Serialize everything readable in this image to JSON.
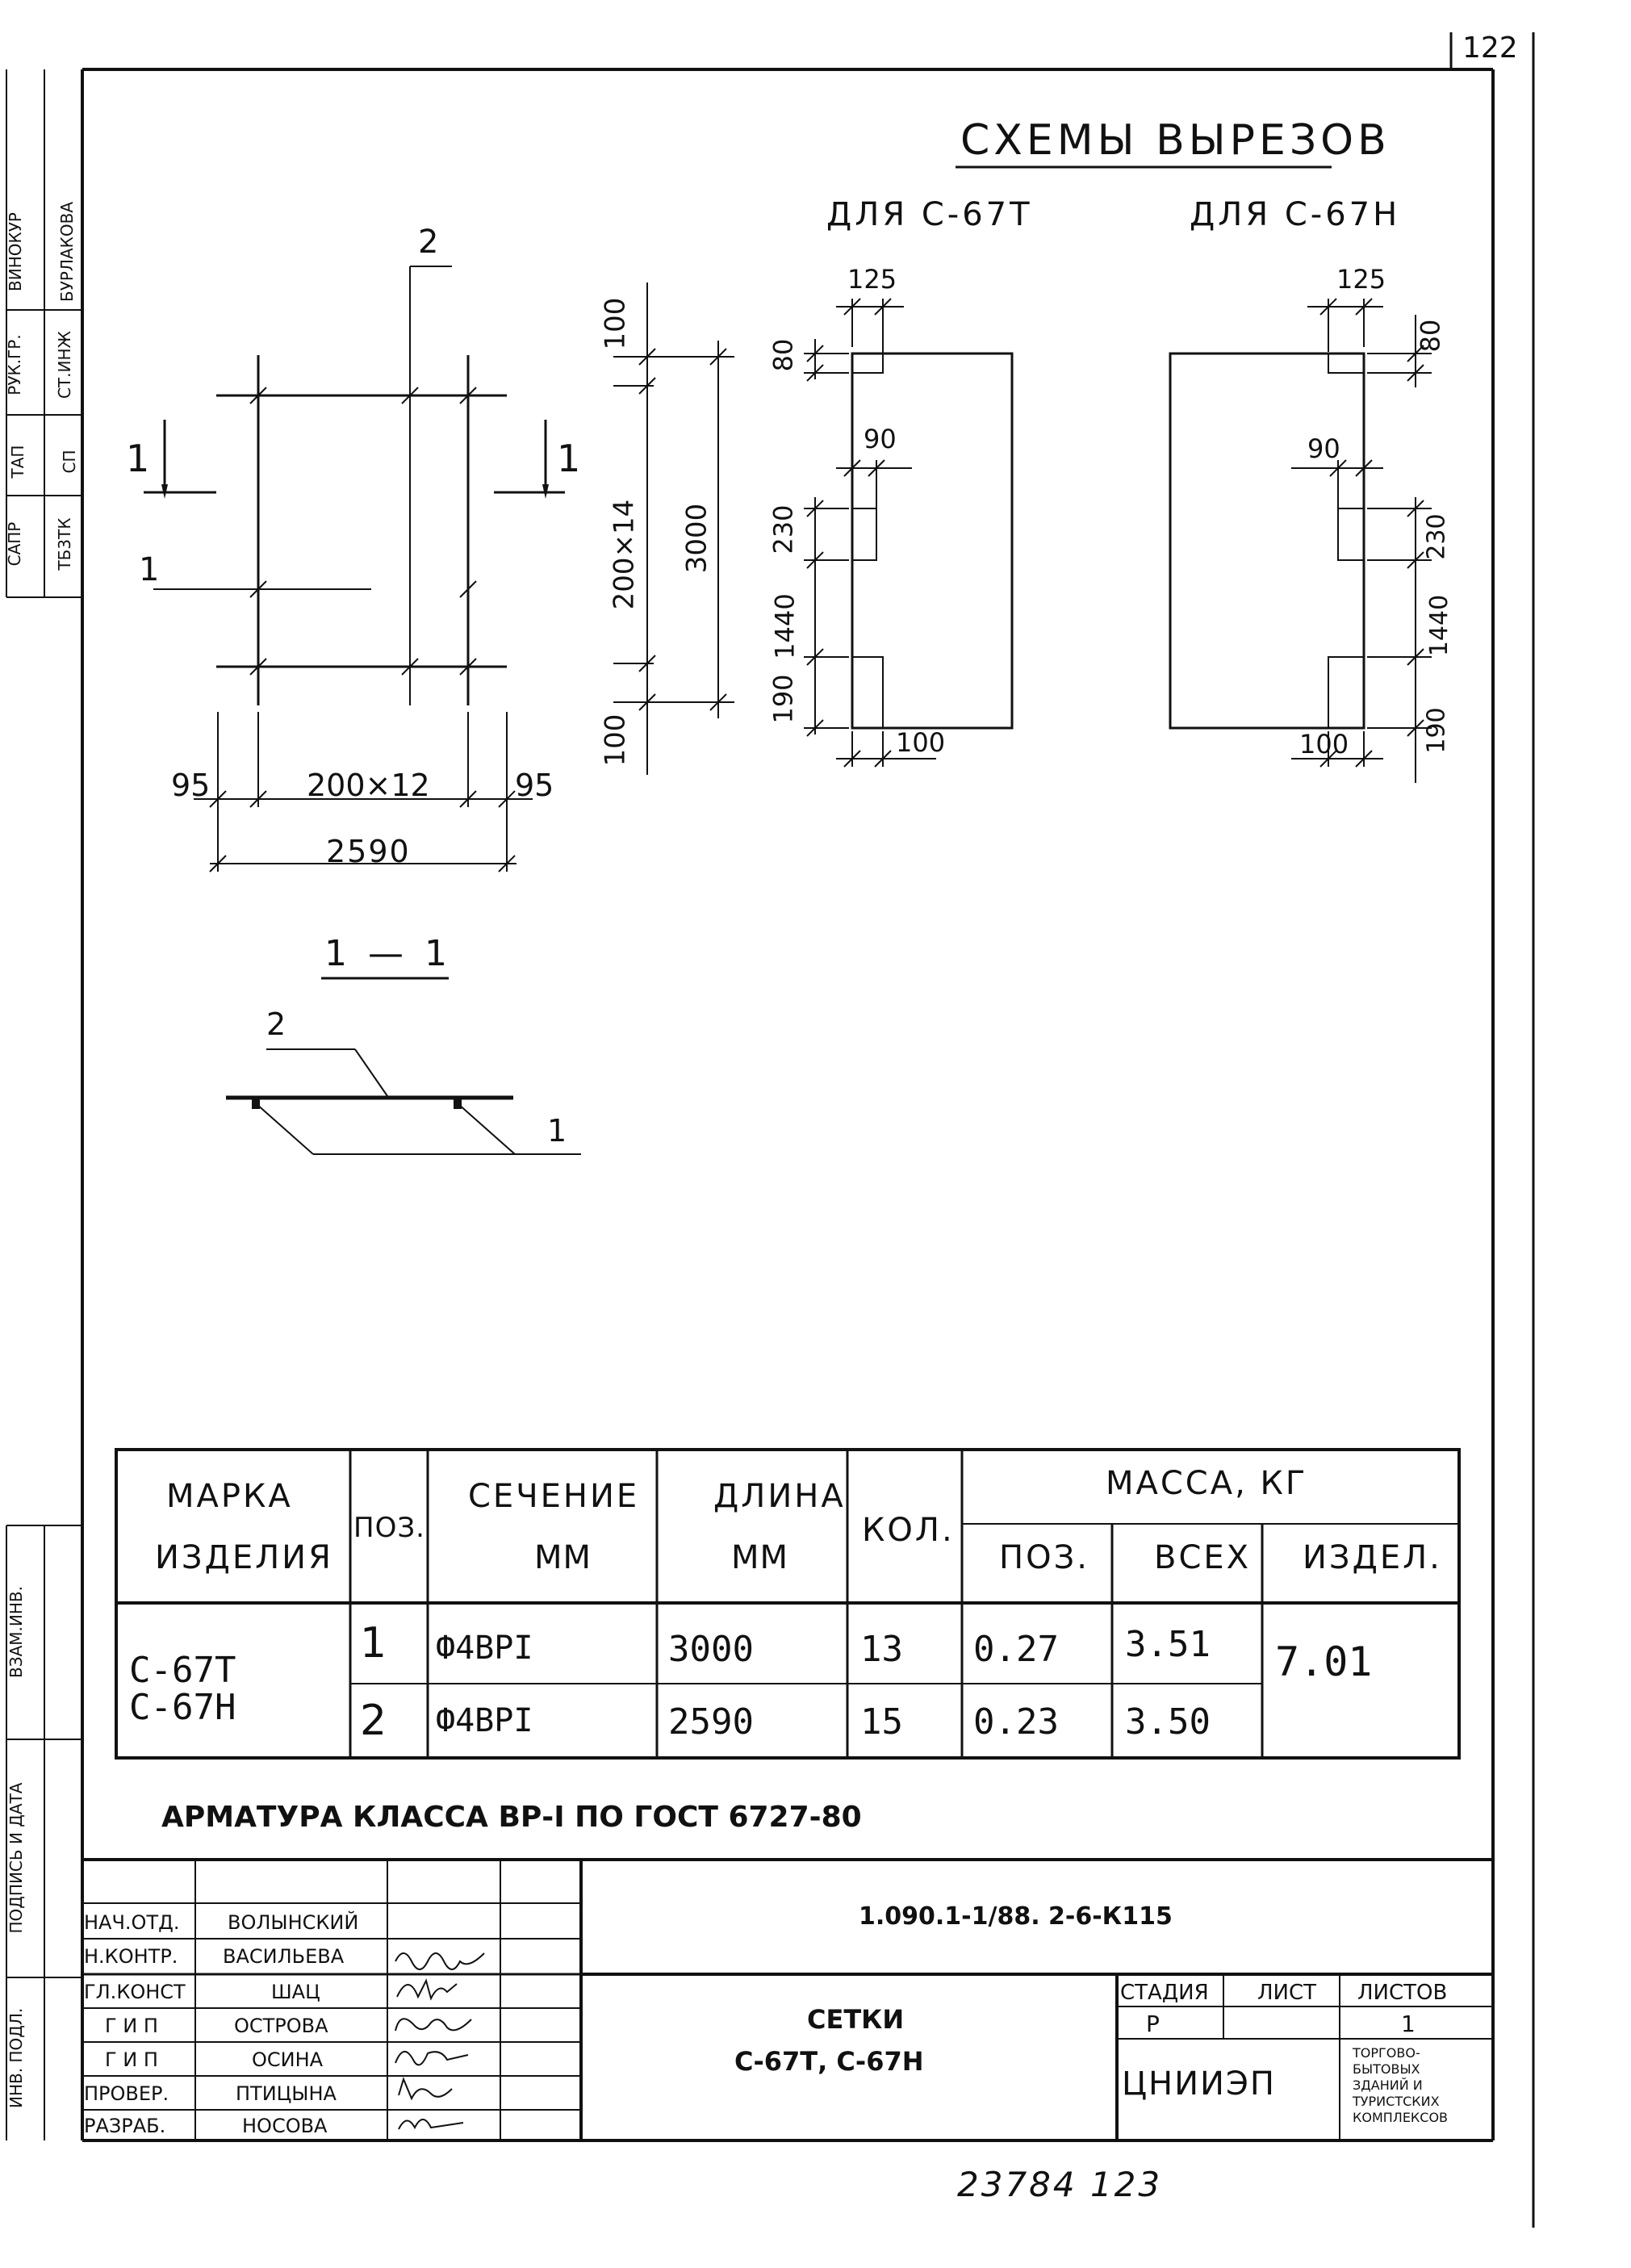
{
  "sheet_corner_number": "122",
  "side_stamp_top": {
    "row1": [
      "САПР",
      "ТАП",
      "РУК.ГР.",
      "ВИНОКУР"
    ],
    "row2": [
      "ТБ3ТК",
      "СП",
      "СТ.ИНЖ",
      "БУРЛАКОВА"
    ]
  },
  "side_stamp_bottom": [
    "ВЗАМ.ИНВ.",
    "ПОДПИСЬ И ДАТА",
    "ИНВ. ПОДЛ."
  ],
  "cutouts_title": "СХЕМЫ ВЫРЕЗОВ",
  "mesh_plan": {
    "pos_2": "2",
    "pos_1": "1",
    "section_mark_left": "1",
    "section_mark_right": "1",
    "dim_top_100": "100",
    "dim_200x14": "200×14",
    "dim_3000": "3000",
    "dim_bottom_100": "100",
    "dim_95_left": "95",
    "dim_200x12": "200×12",
    "dim_95_right": "95",
    "dim_2590": "2590"
  },
  "section": {
    "label": "1 — 1",
    "pos_2": "2",
    "pos_1": "1"
  },
  "cutout_t": {
    "title": "ДЛЯ С-67Т",
    "dim_125": "125",
    "dim_80": "80",
    "dim_90": "90",
    "dim_230": "230",
    "dim_1440": "1440",
    "dim_190": "190",
    "dim_100": "100"
  },
  "cutout_n": {
    "title": "ДЛЯ С-67Н",
    "dim_125": "125",
    "dim_80": "80",
    "dim_90": "90",
    "dim_230": "230",
    "dim_1440": "1440",
    "dim_190": "190",
    "dim_100": "100"
  },
  "spec_table": {
    "headers": {
      "mark": [
        "МАРКА",
        "ИЗДЕЛИЯ"
      ],
      "pos": "ПОЗ.",
      "section": [
        "СЕЧЕНИЕ",
        "ММ"
      ],
      "length": [
        "ДЛИНА",
        "ММ"
      ],
      "qty": "КОЛ.",
      "mass": "МАССА, КГ",
      "mass_pos": "ПОЗ.",
      "mass_all": "ВСЕХ",
      "mass_item": "ИЗДЕЛ."
    },
    "marks": [
      "С-67Т",
      "С-67Н"
    ],
    "rows": [
      {
        "pos": "1",
        "section": "Ф4ВРI",
        "length": "3000",
        "qty": "13",
        "mass_pos": "0.27",
        "mass_all": "3.51"
      },
      {
        "pos": "2",
        "section": "Ф4ВРI",
        "length": "2590",
        "qty": "15",
        "mass_pos": "0.23",
        "mass_all": "3.50"
      }
    ],
    "mass_item": "7.01"
  },
  "note": "АРМАТУРА КЛАССА ВР-I ПО ГОСТ 6727-80",
  "title_block": {
    "code": "1.090.1-1/88. 2-6-К115",
    "people": [
      {
        "role": "НАЧ.ОТД.",
        "name": "ВОЛЫНСКИЙ"
      },
      {
        "role": "Н.КОНТР.",
        "name": "ВАСИЛЬЕВА"
      },
      {
        "role": "ГЛ.КОНСТ",
        "name": "ШАЦ"
      },
      {
        "role": "Г И П",
        "name": "ОСТРОВА"
      },
      {
        "role": "Г И П",
        "name": "ОСИНА"
      },
      {
        "role": "ПРОВЕР.",
        "name": "ПТИЦЫНА"
      },
      {
        "role": "РАЗРАБ.",
        "name": "НОСОВА"
      }
    ],
    "name_line1": "СЕТКИ",
    "name_line2": "С-67Т, С-67Н",
    "stage_label": "СТАДИЯ",
    "sheet_label": "ЛИСТ",
    "sheets_label": "ЛИСТОВ",
    "stage_value": "Р",
    "sheet_value": "",
    "sheets_value": "1",
    "org": "ЦНИИЭП",
    "org_desc": [
      "ТОРГОВО-",
      "БЫТОВЫХ",
      "ЗДАНИЙ И",
      "ТУРИСТСКИХ",
      "КОМПЛЕКСОВ"
    ]
  },
  "bottom_numbers": "23784 123",
  "colors": {
    "ink": "#111111",
    "paper": "#ffffff"
  }
}
